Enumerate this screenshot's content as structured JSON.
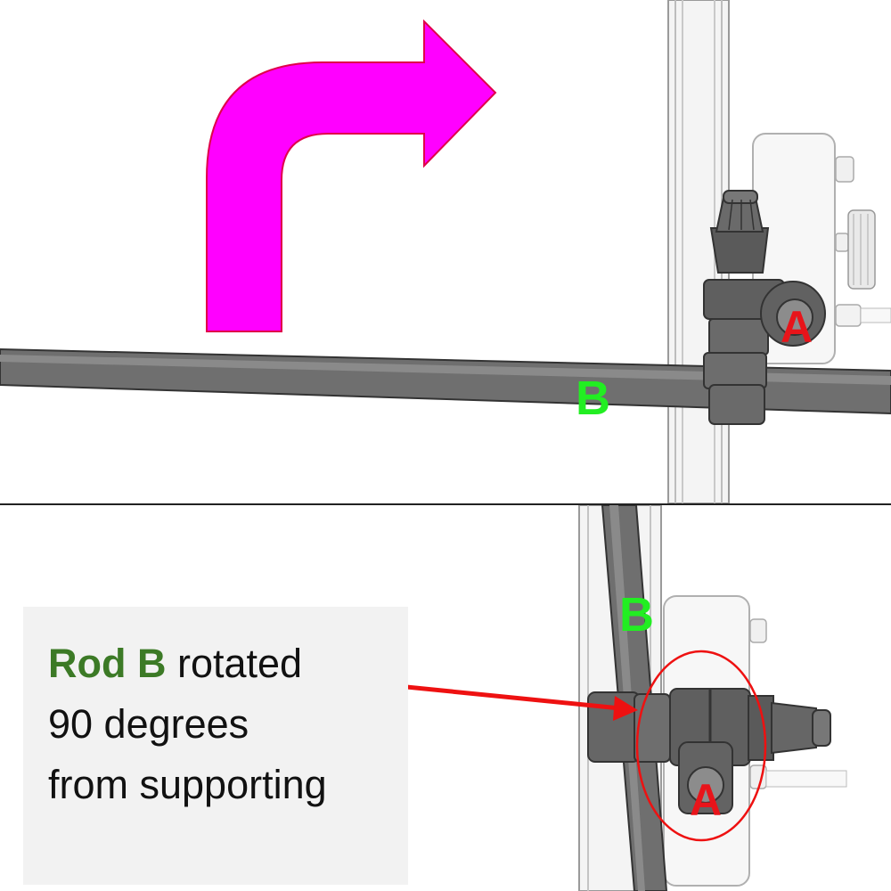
{
  "labels": {
    "top_a": "A",
    "top_b": "B",
    "bottom_a": "A",
    "bottom_b": "B"
  },
  "caption": {
    "highlight": "Rod B",
    "line1_rest": " rotated",
    "line2": "90 degrees",
    "line3": "from supporting"
  },
  "colors": {
    "arrow_magenta": "#ff00ff",
    "label_red": "#e8141a",
    "label_green": "#22ee22",
    "caption_green": "#3c7a26",
    "pointer_red": "#ee1111"
  }
}
